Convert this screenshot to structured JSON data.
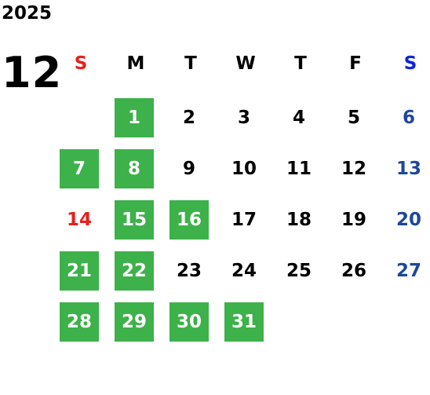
{
  "calendar": {
    "year": "2025",
    "month": "12",
    "weekdays": [
      "S",
      "M",
      "T",
      "W",
      "T",
      "F",
      "S"
    ],
    "colors": {
      "sunday_header": "#e8201c",
      "saturday_header": "#1024d8",
      "sunday_date": "#e8201c",
      "saturday_date": "#1f4799",
      "weekday": "#000000",
      "highlight_bg": "#3db14a",
      "highlight_text": "#ffffff"
    },
    "weeks": [
      [
        null,
        {
          "day": "1",
          "highlight": true
        },
        {
          "day": "2"
        },
        {
          "day": "3"
        },
        {
          "day": "4"
        },
        {
          "day": "5"
        },
        {
          "day": "6"
        }
      ],
      [
        {
          "day": "7",
          "highlight": true
        },
        {
          "day": "8",
          "highlight": true
        },
        {
          "day": "9"
        },
        {
          "day": "10"
        },
        {
          "day": "11"
        },
        {
          "day": "12"
        },
        {
          "day": "13"
        }
      ],
      [
        {
          "day": "14"
        },
        {
          "day": "15",
          "highlight": true
        },
        {
          "day": "16",
          "highlight": true
        },
        {
          "day": "17"
        },
        {
          "day": "18"
        },
        {
          "day": "19"
        },
        {
          "day": "20"
        }
      ],
      [
        {
          "day": "21",
          "highlight": true
        },
        {
          "day": "22",
          "highlight": true
        },
        {
          "day": "23"
        },
        {
          "day": "24"
        },
        {
          "day": "25"
        },
        {
          "day": "26"
        },
        {
          "day": "27"
        }
      ],
      [
        {
          "day": "28",
          "highlight": true
        },
        {
          "day": "29",
          "highlight": true
        },
        {
          "day": "30",
          "highlight": true
        },
        {
          "day": "31",
          "highlight": true
        },
        null,
        null,
        null
      ]
    ]
  }
}
